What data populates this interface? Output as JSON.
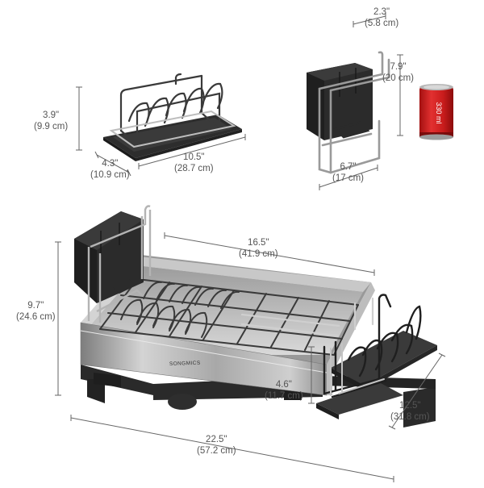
{
  "brand": {
    "logo_text": "SONGMICS"
  },
  "can": {
    "label": "330 ml"
  },
  "dimensions": {
    "cutlery_depth": {
      "inch": "2.3\"",
      "cm": "(5.8 cm)"
    },
    "cutlery_height": {
      "inch": "7.9\"",
      "cm": "(20 cm)"
    },
    "cutlery_width": {
      "inch": "6.7\"",
      "cm": "(17 cm)"
    },
    "holder_height": {
      "inch": "3.9\"",
      "cm": "(9.9 cm)"
    },
    "holder_depth": {
      "inch": "4.3\"",
      "cm": "(10.9 cm)"
    },
    "holder_length": {
      "inch": "10.5\"",
      "cm": "(28.7 cm)"
    },
    "basin_length": {
      "inch": "16.5\"",
      "cm": "(41.9 cm)"
    },
    "overall_height": {
      "inch": "9.7\"",
      "cm": "(24.6 cm)"
    },
    "basin_height": {
      "inch": "4.6\"",
      "cm": "(11.7 cm)"
    },
    "overall_depth": {
      "inch": "12.5\"",
      "cm": "(31.8 cm)"
    },
    "overall_length": {
      "inch": "22.5\"",
      "cm": "(57.2 cm)"
    }
  },
  "colors": {
    "dark_plastic": "#2b2b2b",
    "steel": "#b9b9b9",
    "wire": "#8a8a8a",
    "can_red": "#d62020",
    "dim_line": "#666666"
  }
}
